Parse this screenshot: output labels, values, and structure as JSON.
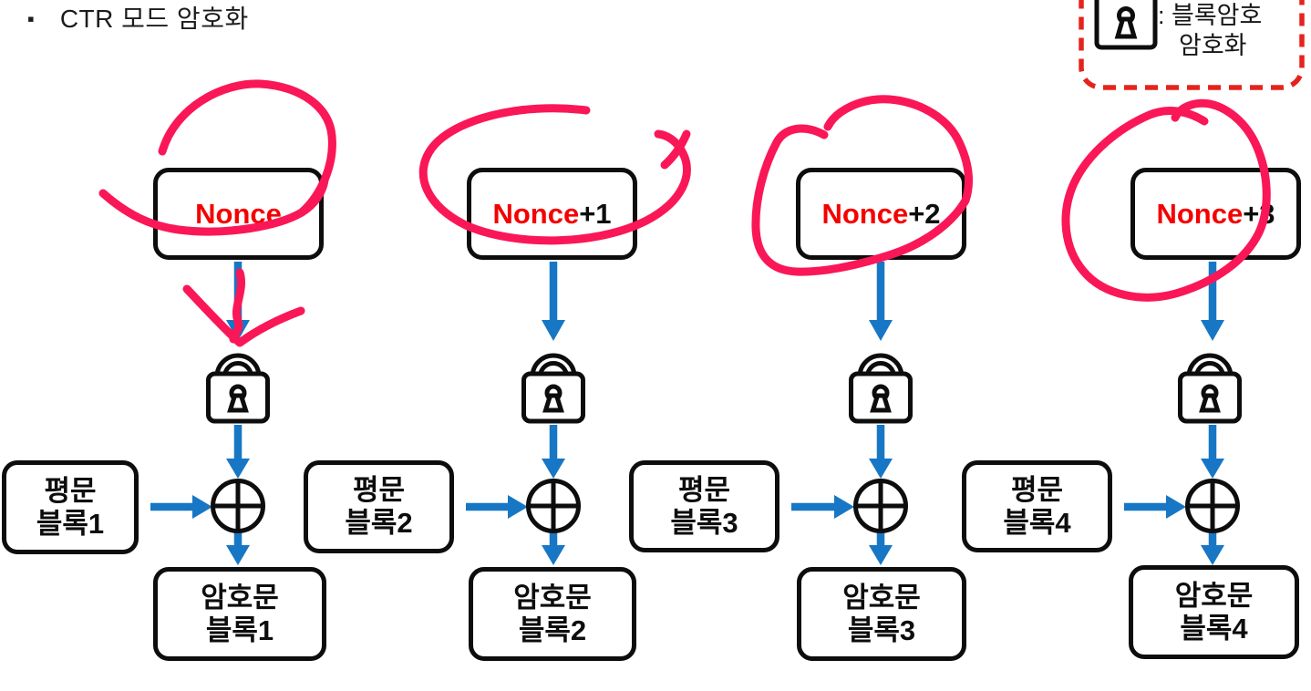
{
  "title": {
    "bullet": "▪",
    "text": "CTR 모드 암호화"
  },
  "legend": {
    "icon": "lock-icon",
    "label_line1": ": 블록암호",
    "label_line2": "암호화"
  },
  "colors": {
    "arrow_blue": "#1777c5",
    "pen_pink": "#fa1757",
    "nonce_red": "#f50000",
    "legend_red": "#e5231c",
    "ink_black": "#0d0d0d"
  },
  "diagram": {
    "operator_icon": "xor-icon",
    "lock_icon": "lock-icon",
    "columns": [
      {
        "nonce_main": "Nonce",
        "nonce_suffix": "",
        "plain_line1": "평문",
        "plain_line2": "블록1",
        "cipher_line1": "암호문",
        "cipher_line2": "블록1"
      },
      {
        "nonce_main": "Nonce",
        "nonce_suffix": "+1",
        "plain_line1": "평문",
        "plain_line2": "블록2",
        "cipher_line1": "암호문",
        "cipher_line2": "블록2"
      },
      {
        "nonce_main": "Nonce",
        "nonce_suffix": "+2",
        "plain_line1": "평문",
        "plain_line2": "블록3",
        "cipher_line1": "암호문",
        "cipher_line2": "블록3"
      },
      {
        "nonce_main": "Nonce",
        "nonce_suffix": "+3",
        "plain_line1": "평문",
        "plain_line2": "블록4",
        "cipher_line1": "암호문",
        "cipher_line2": "블록4"
      }
    ]
  }
}
